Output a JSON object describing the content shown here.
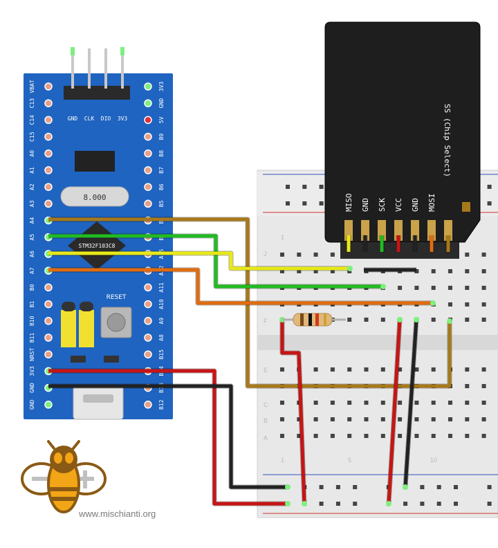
{
  "board": {
    "chip_label": "STM32F103C8",
    "crystal_label": "8.000",
    "reset_label": "RESET",
    "header_pins": [
      "GND",
      "CLK",
      "DIO",
      "3V3"
    ],
    "left_pins": [
      "VBAT",
      "C13",
      "C14",
      "C15",
      "A0",
      "A1",
      "A2",
      "A3",
      "A4",
      "A5",
      "A6",
      "A7",
      "B0",
      "B1",
      "B10",
      "B11",
      "NRST",
      "3V3",
      "GND",
      "GND"
    ],
    "right_pins": [
      "3V3",
      "GND",
      "5V",
      "B9",
      "B8",
      "B7",
      "B6",
      "B5",
      "B4",
      "B3",
      "A15",
      "A12",
      "A11",
      "A10",
      "A9",
      "A8",
      "B15",
      "B14",
      "B13",
      "B12"
    ]
  },
  "sd_card": {
    "title": "SS (Chip Select)",
    "pins": [
      "MISO",
      "GND",
      "SCK",
      "VCC",
      "GND",
      "MOSI"
    ]
  },
  "breadboard": {
    "row_letters": [
      "J",
      "F",
      "E",
      "C",
      "B",
      "A"
    ],
    "col_numbers": [
      "1",
      "5",
      "10"
    ]
  },
  "wire_colors": {
    "miso": "#e8e818",
    "sck": "#22bb22",
    "mosi": "#e06c10",
    "ss": "#a8791a",
    "vcc": "#c81414",
    "gnd": "#222222"
  },
  "footer": {
    "website": "www.mischianti.org"
  }
}
